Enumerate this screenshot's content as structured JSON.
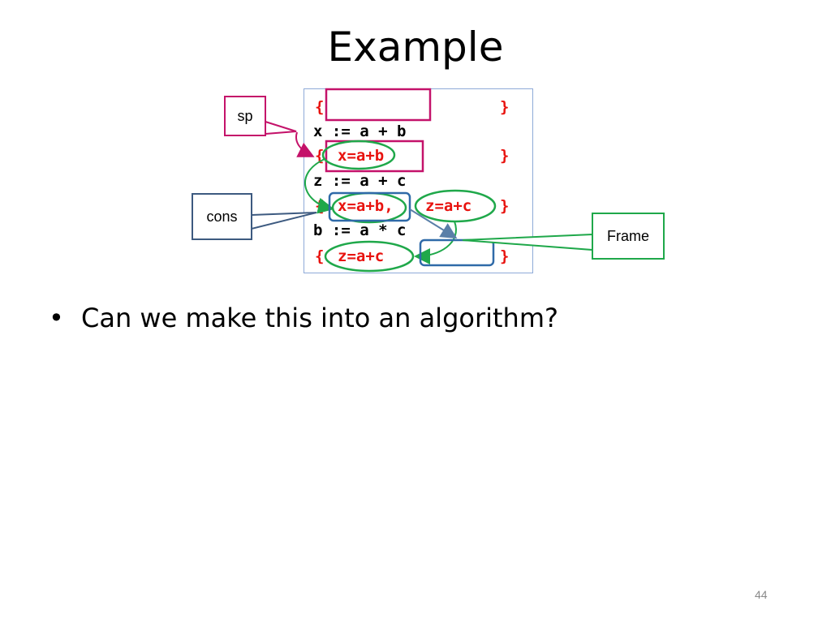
{
  "slide": {
    "title": "Example",
    "page_number": "44"
  },
  "code": {
    "open_brace": "{",
    "close_brace": "}",
    "line1": "x := a + b",
    "assert2": "x=a+b",
    "line3": "z := a + c",
    "assert4_a": "x=a+b,",
    "assert4_b": "z=a+c",
    "line5": "b := a * c",
    "assert6": "z=a+c"
  },
  "callouts": {
    "sp": "sp",
    "cons": "cons",
    "frame": "Frame"
  },
  "bullets": [
    {
      "text": "Can we make this into an algorithm?"
    }
  ],
  "colors": {
    "assertion_red": "#e8130f",
    "sp_magenta": "#c4126a",
    "cons_blue": "#2f6aa8",
    "frame_green": "#1fa84a",
    "code_box_border": "#8eaad8"
  }
}
